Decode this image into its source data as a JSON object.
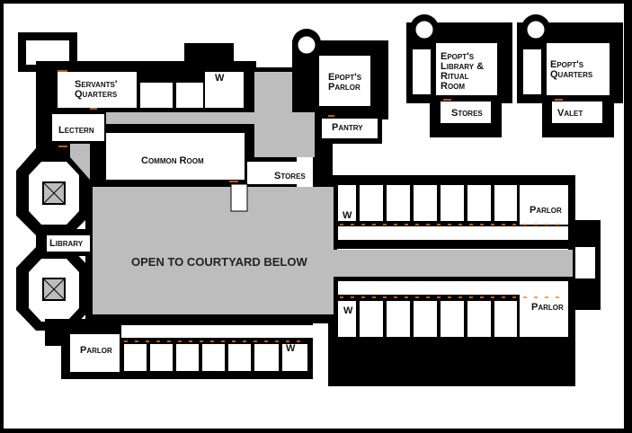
{
  "map": {
    "colors": {
      "wall": "#000000",
      "floor": "#ffffff",
      "open_area": "#bdbdbd",
      "door": "#f08020"
    },
    "rooms": {
      "servants_quarters": [
        "Servants'",
        "Quarters"
      ],
      "w_north": "W",
      "lectern": "Lectern",
      "common_room": "Common Room",
      "stores_main": "Stores",
      "epopts_parlor": [
        "Epopt's",
        "Parlor"
      ],
      "pantry": "Pantry",
      "library": "Library",
      "courtyard": "OPEN TO COURTYARD BELOW",
      "parlor_ne": "Parlor",
      "parlor_se": "Parlor",
      "parlor_sw": "Parlor",
      "w_ne": "W",
      "w_se": "W",
      "w_sw": "W",
      "epopts_library": [
        "Epopt's",
        "Library &",
        "Ritual",
        "Room"
      ],
      "stores_library": "Stores",
      "epopts_quarters": [
        "Epopt's",
        "Quarters"
      ],
      "valet": "Valet"
    }
  }
}
